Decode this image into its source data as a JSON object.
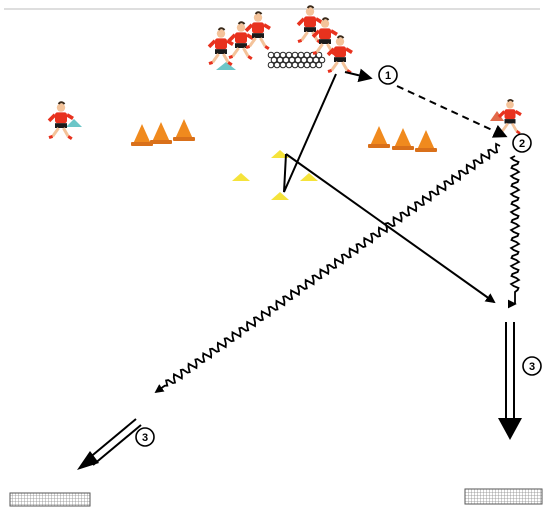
{
  "diagram": {
    "steps": [
      {
        "label": "1"
      },
      {
        "label": "2"
      },
      {
        "label": "3"
      },
      {
        "label": "3"
      }
    ],
    "legend_colors": {
      "player_shirt": "#e8321e",
      "player_shorts": "#1a1a1a",
      "player_skin": "#f4c39a",
      "orange_cone": "#f08a1e",
      "yellow_marker": "#f5e33b",
      "teal_marker": "#6cc6c8",
      "ball_fill": "#ffffff",
      "goal_net": "#9a9a9a",
      "arrow": "#000000"
    },
    "element_icons": {
      "player": "soccer-player-icon",
      "cone": "cone-icon",
      "flat_marker": "flat-marker-icon",
      "ball": "soccer-ball-icon",
      "goal": "mini-goal-icon"
    }
  }
}
